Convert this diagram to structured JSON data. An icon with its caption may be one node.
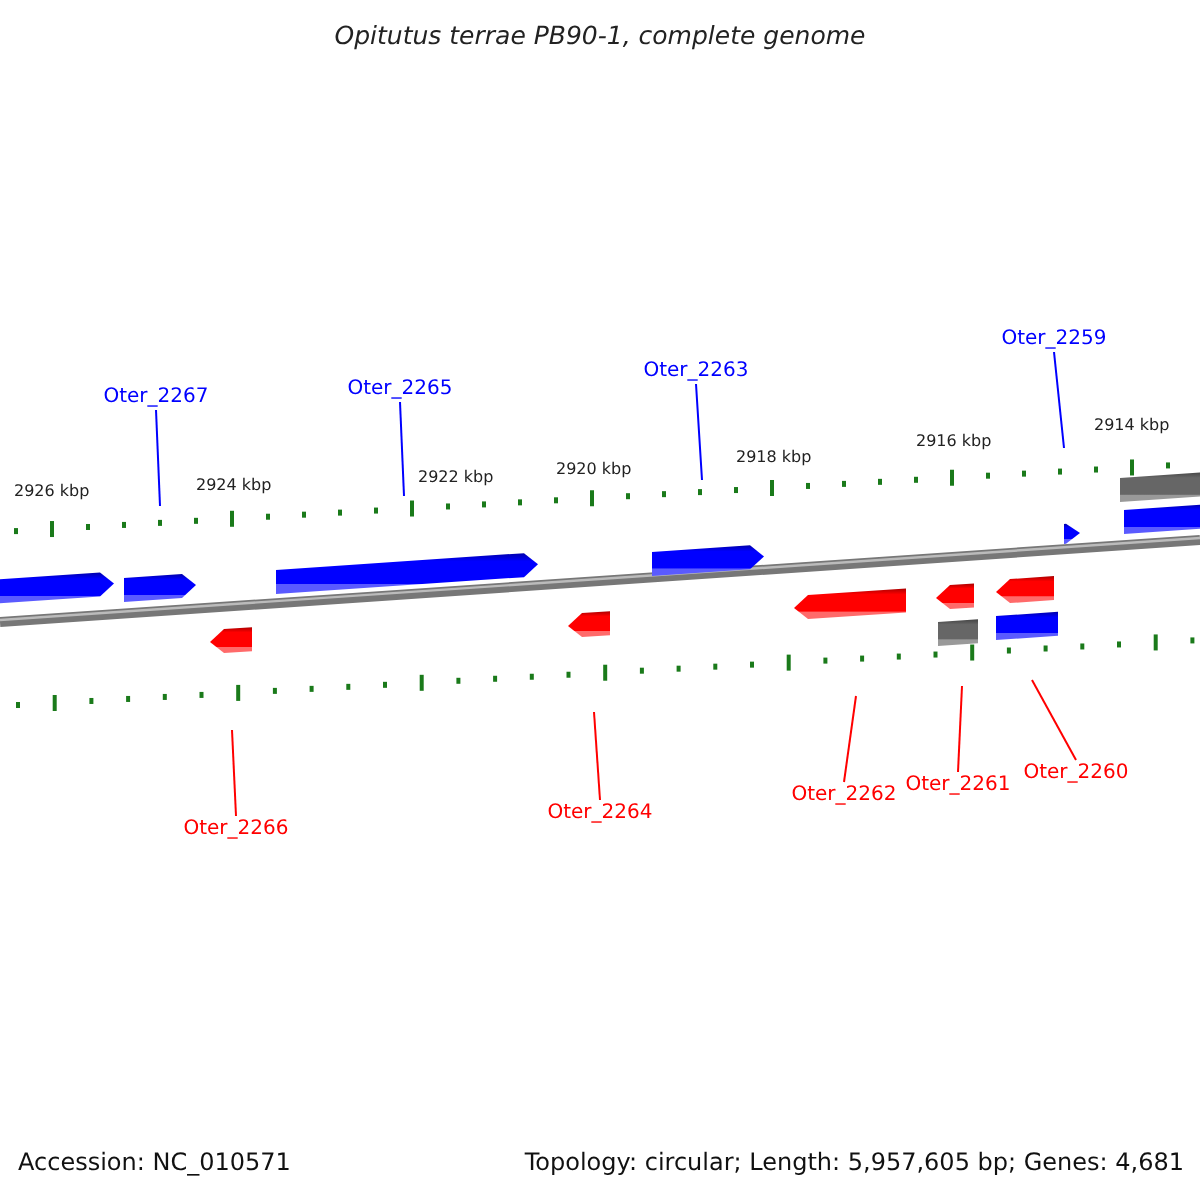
{
  "diagram": {
    "title": "Opitutus terrae PB90-1, complete genome",
    "nodes": [
      {
        "text": [
          "Oter_2267"
        ]
      },
      {
        "text": [
          "Oter_2265"
        ]
      },
      {
        "text": [
          "Oter_2263"
        ]
      },
      {
        "text": [
          "Oter_2259"
        ]
      },
      {
        "text": [
          "Oter_2266"
        ]
      },
      {
        "text": [
          "Oter_2264"
        ]
      },
      {
        "text": [
          "Oter_2262"
        ]
      },
      {
        "text": [
          "Oter_2261"
        ]
      },
      {
        "text": [
          "Oter_2260"
        ]
      }
    ],
    "edges": [
      {
        "from": 0,
        "to": null,
        "arrow": "none",
        "color": "#0000ff"
      },
      {
        "from": 1,
        "to": null,
        "arrow": "none",
        "color": "#0000ff"
      },
      {
        "from": 2,
        "to": null,
        "arrow": "none",
        "color": "#0000ff"
      },
      {
        "from": 3,
        "to": null,
        "arrow": "none",
        "color": "#0000ff"
      },
      {
        "from": 4,
        "to": null,
        "arrow": "none"
      },
      {
        "from": 5,
        "to": null,
        "arrow": "none"
      },
      {
        "from": 6,
        "to": null,
        "arrow": "none"
      },
      {
        "from": 7,
        "to": null,
        "arrow": "none"
      },
      {
        "from": 8,
        "to": null,
        "arrow": "none"
      }
    ],
    "labels": [
      "2926 kbp",
      "2924 kbp",
      "2922 kbp",
      "2920 kbp",
      "2918 kbp",
      "2916 kbp",
      "2914 kbp",
      "Accession: NC_010571",
      "Topology: circular; Length: 5,957,605 bp; Genes: 4,681"
    ]
  }
}
